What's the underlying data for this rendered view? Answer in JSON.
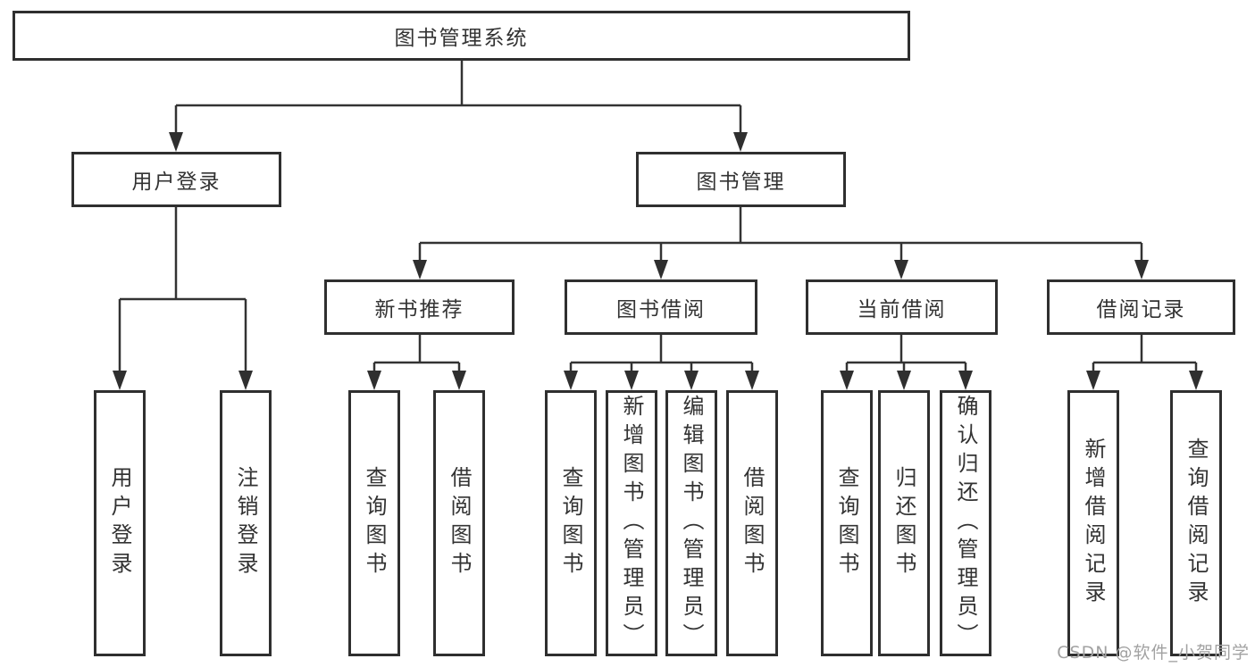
{
  "colors": {
    "line": "#333333",
    "box_border": "#2f2f2f",
    "text": "#333333",
    "watermark": "#a2a2a2",
    "background": "#ffffff"
  },
  "watermark": "CSDN @软件_小贺同学",
  "tree": {
    "root": {
      "label": "图书管理系统",
      "children": [
        {
          "label": "用户登录",
          "children": [
            {
              "label": "用户登录"
            },
            {
              "label": "注销登录"
            }
          ]
        },
        {
          "label": "图书管理",
          "children": [
            {
              "label": "新书推荐",
              "children": [
                {
                  "label": "查询图书"
                },
                {
                  "label": "借阅图书"
                }
              ]
            },
            {
              "label": "图书借阅",
              "children": [
                {
                  "label": "查询图书"
                },
                {
                  "label": "新增图书（管理员）"
                },
                {
                  "label": "编辑图书（管理员）"
                },
                {
                  "label": "借阅图书"
                }
              ]
            },
            {
              "label": "当前借阅",
              "children": [
                {
                  "label": "查询图书"
                },
                {
                  "label": "归还图书"
                },
                {
                  "label": "确认归还（管理员）"
                }
              ]
            },
            {
              "label": "借阅记录",
              "children": [
                {
                  "label": "新增借阅记录"
                },
                {
                  "label": "查询借阅记录"
                }
              ]
            }
          ]
        }
      ]
    }
  }
}
